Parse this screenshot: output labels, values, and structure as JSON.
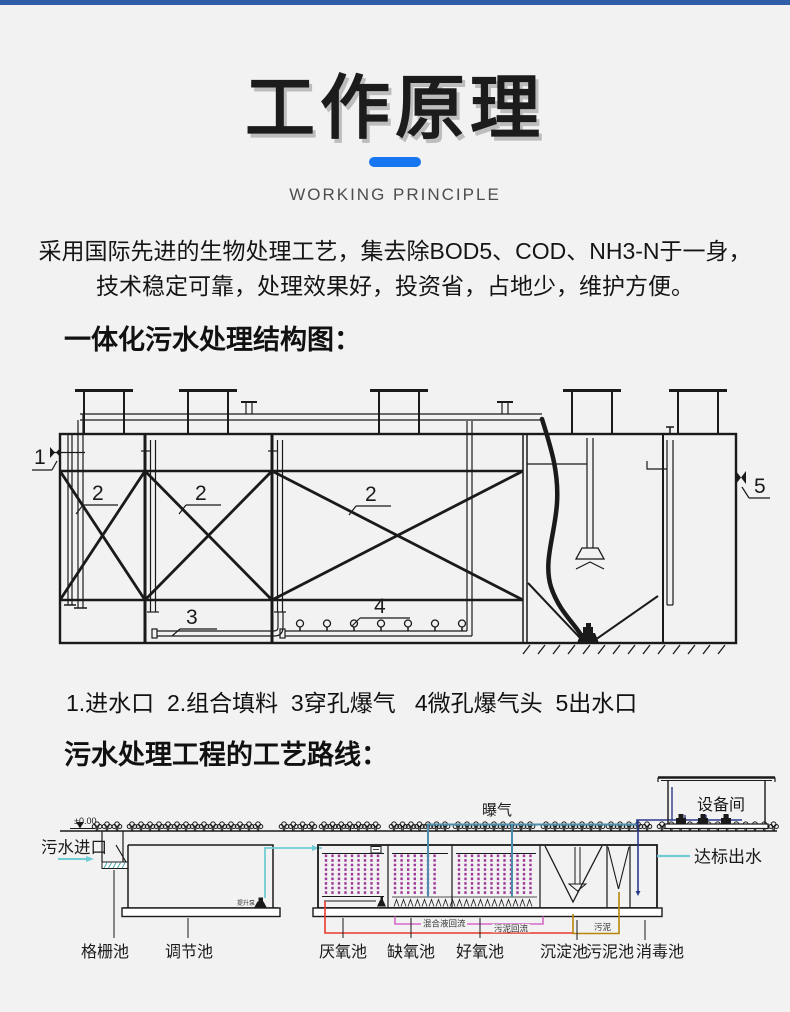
{
  "colors": {
    "bg": "#f2f2f2",
    "topbar": "#2f5da8",
    "accent": "#1677f0",
    "ink": "#1a1a1a",
    "subtitle": "#4d4d4d",
    "media": "#9e3a9a",
    "pink": "#d868ca",
    "red": "#e8392c",
    "gold": "#b8860b",
    "steel": "#4e8dad",
    "navy": "#2a3a8c",
    "cyan": "#6fccd3",
    "teal": "#4ea7b0"
  },
  "header": {
    "title": "工作原理",
    "subtitle": "WORKING PRINCIPLE"
  },
  "intro": {
    "line1": "采用国际先进的生物处理工艺，集去除BOD5、COD、NH3-N于一身，",
    "line2": "技术稳定可靠，处理效果好，投资省，占地少，维护方便。"
  },
  "structure": {
    "heading": "一体化污水处理结构图：",
    "caption": "1.进水口  2.组合填料  3穿孔爆气   4微孔爆气头  5出水口",
    "num1": "1",
    "num2": "2",
    "num3": "3",
    "num4": "4",
    "num5": "5"
  },
  "process": {
    "heading": "污水处理工程的工艺路线：",
    "aeration": "曝气",
    "equipment_room": "设备间",
    "inlet": "污水进口",
    "outlet": "达标出水",
    "level_mark": "±0.00",
    "lift_pump": "提升泵",
    "mixed_liquor_return": "混合液回流",
    "sludge_return": "污泥回流",
    "sludge": "污泥",
    "tanks": [
      "格栅池",
      "调节池",
      "厌氧池",
      "缺氧池",
      "好氧池",
      "沉淀池",
      "污泥池",
      "消毒池"
    ]
  }
}
